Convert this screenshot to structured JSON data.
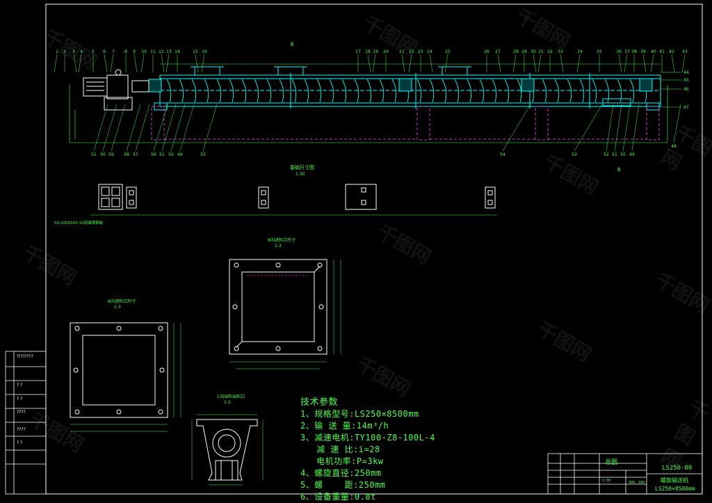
{
  "colors": {
    "background": "#000000",
    "frame": "#ffffff",
    "machine": "#00ffff",
    "text": "#4cff4c",
    "dim": "#4cff4c",
    "hidden": "#ff4cff",
    "motor": "#ffffff"
  },
  "callouts_top": [
    "1",
    "2",
    "3",
    "4",
    "5",
    "6",
    "7",
    "8",
    "9",
    "10",
    "11",
    "12",
    "13",
    "14",
    "15",
    "16",
    "17",
    "18",
    "19",
    "20",
    "21",
    "22",
    "23",
    "24",
    "25",
    "26",
    "27",
    "28",
    "29",
    "30",
    "31",
    "32",
    "33",
    "34",
    "35",
    "36",
    "37",
    "38",
    "39",
    "40",
    "41",
    "42",
    "43"
  ],
  "callouts_right": [
    "44",
    "45",
    "46",
    "47"
  ],
  "callouts_bottom_left": [
    "51",
    "50",
    "59",
    "58",
    "57",
    "56",
    "51",
    "50",
    "49",
    "55"
  ],
  "callouts_bottom_right": [
    "54",
    "53",
    "52",
    "51",
    "50",
    "49",
    "48"
  ],
  "section_marks": {
    "top": "B",
    "bottom": "B"
  },
  "views": {
    "foundation": {
      "title": "基础尺寸图",
      "scale": "1:30",
      "note": "50-100X100-10双面铆钢板"
    },
    "inlet_b": {
      "title": "B向进料口尺寸",
      "scale": "1:3"
    },
    "inlet_a": {
      "title": "A向进料口尺寸",
      "scale": "1:3"
    },
    "outlet": {
      "title": "C向出料出料口",
      "scale": "1:3"
    }
  },
  "tech": {
    "heading": "技术参数",
    "lines": [
      "1、规格型号:LS250×8500mm",
      "2、输 送 量:14m³/h",
      "3、减速电机:TY100-Z8-100L-4",
      "   减 速 比:i=28",
      "   电机功率:P=3kw",
      "4、螺旋直径:250mm",
      "5、螺    距:250mm",
      "6、设备重量:0.8t"
    ]
  },
  "title_block": {
    "drawing_title": "总图",
    "drawing_no": "LS250-00",
    "product_name": "螺旋输送机",
    "product_spec": "LS250×8500mm",
    "scale_label": "1:30",
    "misc": [
      "300",
      "100"
    ]
  },
  "side_table_rows": [
    "?(?)????",
    "?  ?",
    "?  ?",
    "????",
    "????",
    "?  ?"
  ],
  "watermark": "千图网"
}
